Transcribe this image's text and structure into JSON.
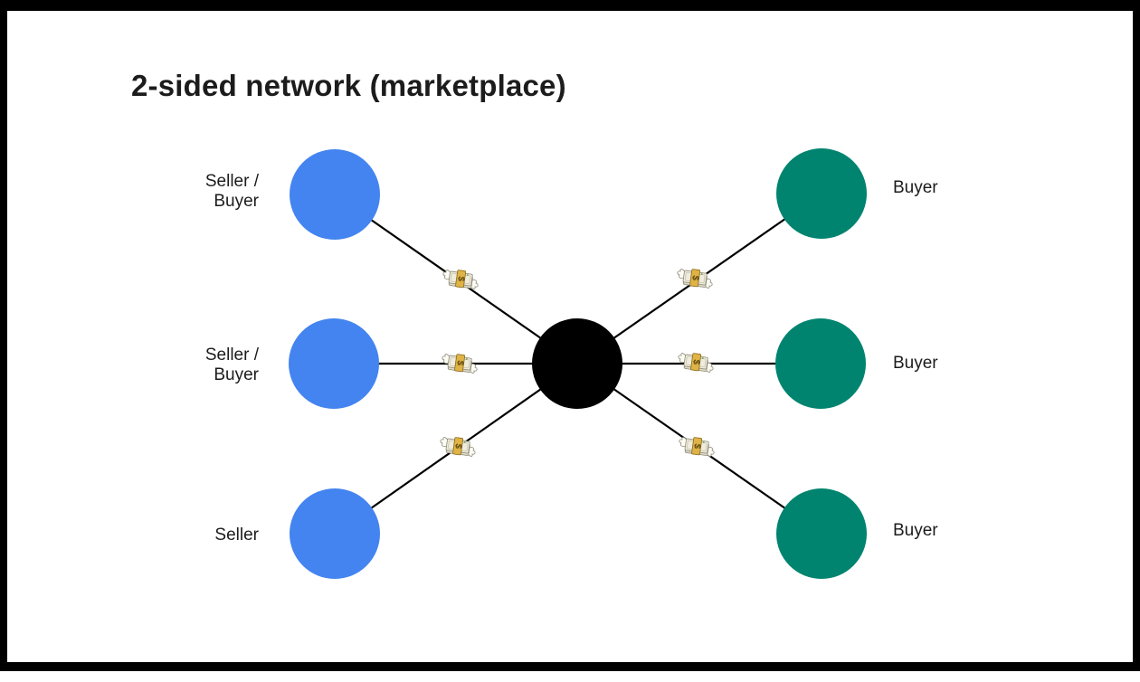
{
  "title": "2-sided network (marketplace)",
  "colors": {
    "seller_node": "#4484F0",
    "buyer_node": "#00846F",
    "platform_node": "#000000",
    "edge": "#000000",
    "frame": "#000000",
    "slide_background": "#ffffff",
    "text": "#1c1c1c"
  },
  "nodes": {
    "left": [
      {
        "id": "seller-buyer-1",
        "role": "seller",
        "label": "Seller /\nBuyer"
      },
      {
        "id": "seller-buyer-2",
        "role": "seller",
        "label": "Seller /\nBuyer"
      },
      {
        "id": "seller-3",
        "role": "seller",
        "label": "Seller"
      }
    ],
    "center": {
      "id": "marketplace",
      "role": "platform",
      "label": ""
    },
    "right": [
      {
        "id": "buyer-1",
        "role": "buyer",
        "label": "Buyer"
      },
      {
        "id": "buyer-2",
        "role": "buyer",
        "label": "Buyer"
      },
      {
        "id": "buyer-3",
        "role": "buyer",
        "label": "Buyer"
      }
    ]
  },
  "edges": [
    {
      "from": "seller-buyer-1",
      "to": "marketplace",
      "icon": "money-with-wings"
    },
    {
      "from": "seller-buyer-2",
      "to": "marketplace",
      "icon": "money-with-wings"
    },
    {
      "from": "seller-3",
      "to": "marketplace",
      "icon": "money-with-wings"
    },
    {
      "from": "marketplace",
      "to": "buyer-1",
      "icon": "money-with-wings"
    },
    {
      "from": "marketplace",
      "to": "buyer-2",
      "icon": "money-with-wings"
    },
    {
      "from": "marketplace",
      "to": "buyer-3",
      "icon": "money-with-wings"
    }
  ],
  "edge_icon": {
    "name": "money-with-wings",
    "unicode": "💸",
    "dollar_sign": "$"
  }
}
